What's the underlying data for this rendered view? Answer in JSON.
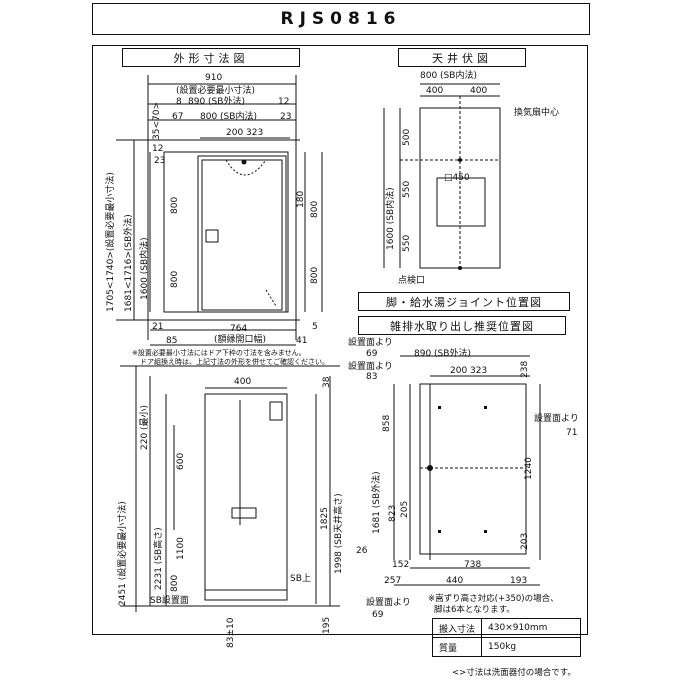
{
  "title": "RJS0816",
  "sections": {
    "outline": "外形寸法図",
    "ceiling": "天井伏図",
    "leg": "脚・給水湯ジョイント位置図",
    "drain": "雑排水取り出し推奨位置図"
  },
  "outline_dims": {
    "w910": "910",
    "install_min": "(設置必要最小寸法)",
    "row2_a": "8",
    "row2_b": "890 (SB外法)",
    "row2_c": "12",
    "row3_a": "67",
    "row3_b": "800 (SB内法)",
    "row3_c": "23",
    "top_pair": "200 323",
    "left_long": "1705<1740>(設置必要最小寸法)",
    "left_sb_outer": "1681<1716>(SB外法)",
    "left_sb_inner": "1600 (SB内法)",
    "v_35_70": "35<70>",
    "v12": "12",
    "v23": "23",
    "v800a": "800",
    "v800b": "800",
    "r180": "180",
    "r800a": "800",
    "r800b": "800",
    "b21": "21",
    "b85": "85",
    "b764": "764",
    "b_open": "(額縁開口幅)",
    "b41": "41",
    "b5": "5",
    "note1": "※設置必要最小寸法にはドア下枠の寸法を含みません。",
    "note2": "ドア組換え時は、上記寸法の外形を併せてご確認ください。"
  },
  "elevation": {
    "w400": "400",
    "h38": "38",
    "h220": "220 (最小)",
    "h600": "600",
    "h1100": "1100",
    "h800": "800",
    "h2451": "2451 (設置必要最小寸法)",
    "h2231": "2231 (SB高さ)",
    "h1825": "1825",
    "h1998": "1998 (SB天井高さ)",
    "sb_upper": "SB上",
    "sb_floor": "SB設置面",
    "h195": "195",
    "bottom": "83±10"
  },
  "ceiling_dims": {
    "w800": "800 (SB内法)",
    "w400a": "400",
    "w400b": "400",
    "fan": "換気扇中心",
    "sq450": "□450",
    "v500": "500",
    "v550a": "550",
    "v550b": "550",
    "v1600": "1600 (SB内法)",
    "inspect": "点検口"
  },
  "leg_dims": {
    "from_face1": "設置面より",
    "d69": "69",
    "d890": "890 (SB外法)",
    "from_face2": "設置面より",
    "d83": "83",
    "d200_323": "200 323",
    "d238": "238",
    "d858": "858",
    "d1681": "1681 (SB外法)",
    "d823": "823",
    "d205": "205",
    "d1240": "1240",
    "from_face3": "設置面より",
    "d71": "71",
    "d26": "26",
    "d203": "203",
    "d152": "152",
    "d738": "738",
    "d257": "257",
    "d440": "440",
    "d193": "193",
    "from_face4": "設置面より",
    "d69b": "69"
  },
  "notes": {
    "raise": "※嵩ずり高さ対応(+350)の場合、",
    "legs": "脚は6本となります。",
    "sink": "<>寸法は洗面器付の場合です。"
  },
  "spec_table": [
    {
      "label": "搬入寸法",
      "value": "430×910mm"
    },
    {
      "label": "質量",
      "value": "150kg"
    }
  ]
}
